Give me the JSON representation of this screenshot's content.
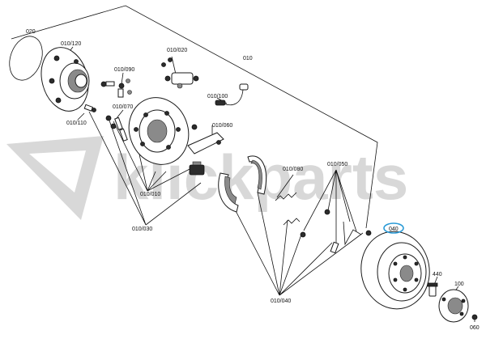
{
  "watermark": {
    "text": "klickparts"
  },
  "labels": {
    "l010": "010",
    "l020": "020",
    "l040": "040",
    "l060": "060",
    "l100": "100",
    "l440": "440",
    "l010_120": "010/120",
    "l010_090": "010/090",
    "l010_020": "010/020",
    "l010_100": "010/100",
    "l010_110": "010/110",
    "l010_070": "010/070",
    "l010_060": "010/060",
    "l010_080": "010/080",
    "l010_050": "010/050",
    "l010_010": "010/010",
    "l010_030": "010/030",
    "l010_040": "010/040"
  },
  "highlight": {
    "target": "040",
    "color": "#2a9ad6"
  },
  "colors": {
    "line": "#111111",
    "watermark": "#d8d8d8"
  }
}
